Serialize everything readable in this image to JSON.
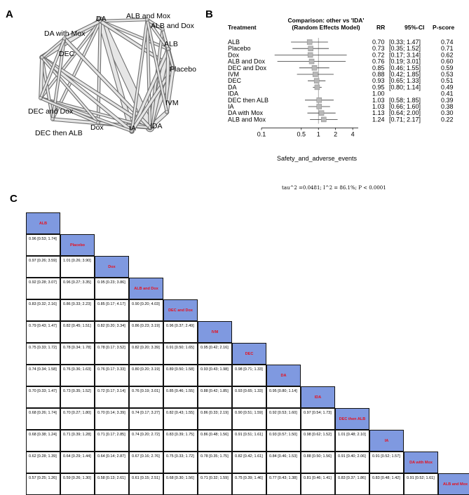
{
  "panels": {
    "a": "A",
    "b": "B",
    "c": "C"
  },
  "network": {
    "nodes": [
      {
        "id": "DA",
        "label": "DA"
      },
      {
        "id": "ALBMox",
        "label": "ALB and Mox"
      },
      {
        "id": "ALBDox",
        "label": "ALB and Dox"
      },
      {
        "id": "ALB",
        "label": "ALB"
      },
      {
        "id": "Placebo",
        "label": "Placebo"
      },
      {
        "id": "IVM",
        "label": "IVM"
      },
      {
        "id": "IDA",
        "label": "IDA"
      },
      {
        "id": "IA",
        "label": "IA"
      },
      {
        "id": "Dox",
        "label": "Dox"
      },
      {
        "id": "DECALB",
        "label": "DEC then ALB"
      },
      {
        "id": "DECDox",
        "label": "DEC and Dox"
      },
      {
        "id": "DEC",
        "label": "DEC"
      },
      {
        "id": "DAMox",
        "label": "DA with Mox"
      }
    ]
  },
  "forest": {
    "headers": {
      "treatment": "Treatment",
      "comparison_line1": "Comparison: other vs 'IDA'",
      "comparison_line2": "(Random Effects Model)",
      "rr": "RR",
      "ci": "95%-CI",
      "pscore": "P-score"
    },
    "xlabel": "Safety_and_adverse_events",
    "footnote": "tau^2 =0.0481; I^2 = 86.1%; P < 0.0001"
  },
  "chart_data": {
    "type": "forest",
    "xscale": "log",
    "xlim": [
      0.1,
      5
    ],
    "xticks": [
      "0.1",
      "0.5",
      "1",
      "2",
      "4"
    ],
    "rows": [
      {
        "treatment": "ALB",
        "rr": 0.7,
        "lo": 0.33,
        "hi": 1.47,
        "rr_text": "0.70",
        "ci_text": "[0.33; 1.47]",
        "pscore": "0.74"
      },
      {
        "treatment": "Placebo",
        "rr": 0.73,
        "lo": 0.35,
        "hi": 1.52,
        "rr_text": "0.73",
        "ci_text": "[0.35; 1.52]",
        "pscore": "0.71"
      },
      {
        "treatment": "Dox",
        "rr": 0.72,
        "lo": 0.17,
        "hi": 3.14,
        "rr_text": "0.72",
        "ci_text": "[0.17; 3.14]",
        "pscore": "0.62"
      },
      {
        "treatment": "ALB and Dox",
        "rr": 0.76,
        "lo": 0.19,
        "hi": 3.01,
        "rr_text": "0.76",
        "ci_text": "[0.19; 3.01]",
        "pscore": "0.60"
      },
      {
        "treatment": "DEC and Dox",
        "rr": 0.85,
        "lo": 0.46,
        "hi": 1.55,
        "rr_text": "0.85",
        "ci_text": "[0.46; 1.55]",
        "pscore": "0.59"
      },
      {
        "treatment": "IVM",
        "rr": 0.88,
        "lo": 0.42,
        "hi": 1.85,
        "rr_text": "0.88",
        "ci_text": "[0.42; 1.85]",
        "pscore": "0.53"
      },
      {
        "treatment": "DEC",
        "rr": 0.93,
        "lo": 0.65,
        "hi": 1.33,
        "rr_text": "0.93",
        "ci_text": "[0.65; 1.33]",
        "pscore": "0.51"
      },
      {
        "treatment": "DA",
        "rr": 0.95,
        "lo": 0.8,
        "hi": 1.14,
        "rr_text": "0.95",
        "ci_text": "[0.80; 1.14]",
        "pscore": "0.49"
      },
      {
        "treatment": "IDA",
        "rr": 1.0,
        "lo": null,
        "hi": null,
        "rr_text": "1.00",
        "ci_text": "",
        "pscore": "0.41"
      },
      {
        "treatment": "DEC then ALB",
        "rr": 1.03,
        "lo": 0.58,
        "hi": 1.85,
        "rr_text": "1.03",
        "ci_text": "[0.58; 1.85]",
        "pscore": "0.39"
      },
      {
        "treatment": "IA",
        "rr": 1.03,
        "lo": 0.66,
        "hi": 1.6,
        "rr_text": "1.03",
        "ci_text": "[0.66; 1.60]",
        "pscore": "0.38"
      },
      {
        "treatment": "DA with Mox",
        "rr": 1.13,
        "lo": 0.64,
        "hi": 2.0,
        "rr_text": "1.13",
        "ci_text": "[0.64; 2.00]",
        "pscore": "0.30"
      },
      {
        "treatment": "ALB and Mox",
        "rr": 1.24,
        "lo": 0.71,
        "hi": 2.17,
        "rr_text": "1.24",
        "ci_text": "[0.71; 2.17]",
        "pscore": "0.22"
      }
    ]
  },
  "league": {
    "treatments": [
      "ALB",
      "Placebo",
      "Dox",
      "ALB and Dox",
      "DEC and Dox",
      "IVM",
      "DEC",
      "DA",
      "IDA",
      "DEC then ALB",
      "IA",
      "DA with Mox",
      "ALB and Mox"
    ],
    "rows": [
      [],
      [
        "0.96 [0.53; 1.74]"
      ],
      [
        "0.97 [0.26; 3.59]",
        "1.01 [0.26; 3.90]"
      ],
      [
        "0.92 [0.28; 3.07]",
        "0.96 [0.27; 3.35]",
        "0.95 [0.23; 3.86]"
      ],
      [
        "0.83 [0.32; 2.16]",
        "0.86 [0.33; 2.23]",
        "0.85 [0.17; 4.17]",
        "0.90 [0.20; 4.03]"
      ],
      [
        "0.79 [0.43; 1.47]",
        "0.82 [0.45; 1.51]",
        "0.82 [0.20; 3.34]",
        "0.86 [0.23; 3.19]",
        "0.96 [0.37; 2.49]"
      ],
      [
        "0.75 [0.33; 1.72]",
        "0.78 [0.34; 1.78]",
        "0.78 [0.17; 3.52]",
        "0.82 [0.20; 3.39]",
        "0.91 [0.50; 1.65]",
        "0.95 [0.42; 2.16]"
      ],
      [
        "0.74 [0.34; 1.58]",
        "0.76 [0.36; 1.63]",
        "0.76 [0.17; 3.33]",
        "0.80 [0.20; 3.19]",
        "0.89 [0.50; 1.58]",
        "0.93 [0.43; 1.98]",
        "0.98 [0.71; 1.33]"
      ],
      [
        "0.70 [0.33; 1.47]",
        "0.73 [0.35; 1.52]",
        "0.72 [0.17; 3.14]",
        "0.76 [0.19; 3.01]",
        "0.85 [0.46; 1.55]",
        "0.88 [0.42; 1.85]",
        "0.93 [0.65; 1.33]",
        "0.95 [0.80; 1.14]"
      ],
      [
        "0.68 [0.26; 1.74]",
        "0.70 [0.27; 1.80]",
        "0.70 [0.14; 3.39]",
        "0.74 [0.17; 3.27]",
        "0.82 [0.43; 1.55]",
        "0.86 [0.33; 2.19]",
        "0.90 [0.51; 1.59]",
        "0.92 [0.53; 1.60]",
        "0.97 [0.54; 1.73]"
      ],
      [
        "0.68 [0.38; 1.24]",
        "0.71 [0.39; 1.28]",
        "0.71 [0.17; 2.85]",
        "0.74 [0.20; 2.72]",
        "0.83 [0.39; 1.75]",
        "0.86 [0.48; 1.56]",
        "0.91 [0.51; 1.61]",
        "0.93 [0.57; 1.50]",
        "0.98 [0.62; 1.52]",
        "1.01 [0.48; 2.10]"
      ],
      [
        "0.62 [0.28; 1.39]",
        "0.64 [0.29; 1.44]",
        "0.64 [0.14; 2.87]",
        "0.67 [0.16; 2.76]",
        "0.75 [0.33; 1.72]",
        "0.78 [0.35; 1.75]",
        "0.82 [0.42; 1.61]",
        "0.84 [0.46; 1.53]",
        "0.88 [0.50; 1.56]",
        "0.91 [0.40; 2.06]",
        "0.91 [0.52; 1.57]"
      ],
      [
        "0.57 [0.25; 1.26]",
        "0.59 [0.26; 1.30]",
        "0.58 [0.13; 2.61]",
        "0.61 [0.15; 2.51]",
        "0.68 [0.30; 1.56]",
        "0.71 [0.32; 1.59]",
        "0.75 [0.39; 1.46]",
        "0.77 [0.43; 1.38]",
        "0.81 [0.46; 1.41]",
        "0.83 [0.37; 1.86]",
        "0.83 [0.48; 1.42]",
        "0.91 [0.52; 1.61]"
      ]
    ]
  }
}
